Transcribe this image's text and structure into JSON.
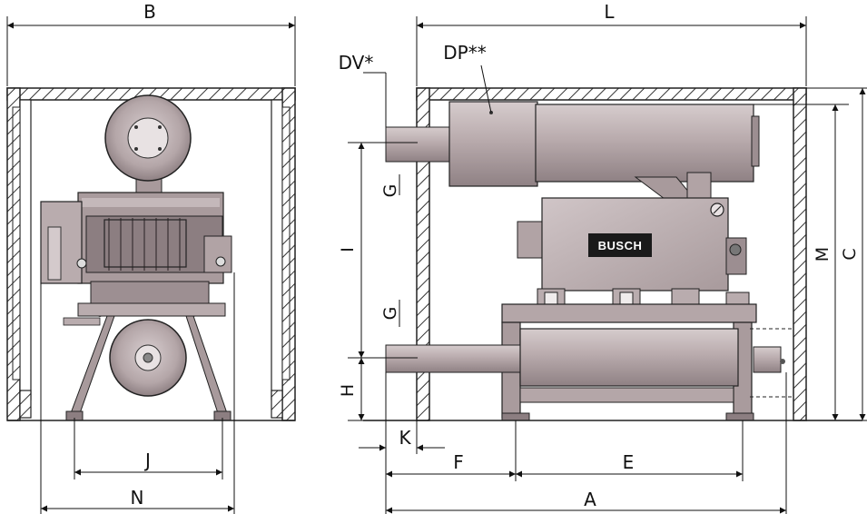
{
  "labels": {
    "B": "B",
    "L": "L",
    "DV": "DV*",
    "DP": "DP**",
    "G_upper": "G",
    "G_lower": "G",
    "I": "I",
    "H": "H",
    "M": "M",
    "C": "C",
    "J": "J",
    "N": "N",
    "K": "K",
    "F": "F",
    "E": "E",
    "A": "A"
  },
  "logo": "BUSCH",
  "colors": {
    "machine_fill": "#b7a9ab",
    "machine_dark": "#8f8083",
    "machine_light": "#d3c8ca",
    "line": "#1a1a1a",
    "logo_bg": "#1a1a1a"
  }
}
